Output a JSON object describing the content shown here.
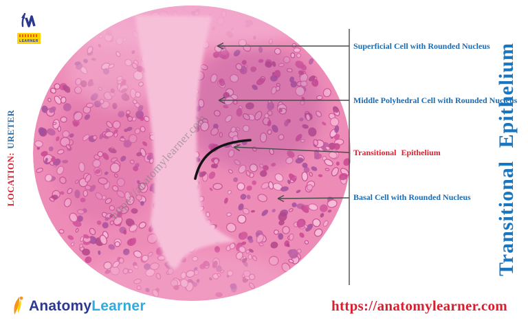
{
  "header_logo": {
    "learner": "LEARNER"
  },
  "location": {
    "prefix": "LOCATION:",
    "value": "URETER"
  },
  "micrograph": {
    "watermark": "https://anatomylearner.com"
  },
  "labels": {
    "superficial": "Superficial Cell with Rounded Nucleus",
    "middle": "Middle Polyhedral Cell with Rounded Nucleus",
    "transitional": "Transitional Epithelium",
    "basal": "Basal Cell with Rounded Nucleus"
  },
  "side_title": "Transitional Epithelium",
  "footer": {
    "brand_anatomy": "Anatomy",
    "brand_learner": "Learner",
    "url": "https://anatomylearner.com"
  },
  "colors": {
    "label_blue": "#1a6bb3",
    "label_red": "#e11d2e",
    "side_title_blue": "#1875c0",
    "url_red": "#d91e2e",
    "tissue_pink": "#ee8cb8",
    "lumen_pink": "#f7c0d9"
  }
}
